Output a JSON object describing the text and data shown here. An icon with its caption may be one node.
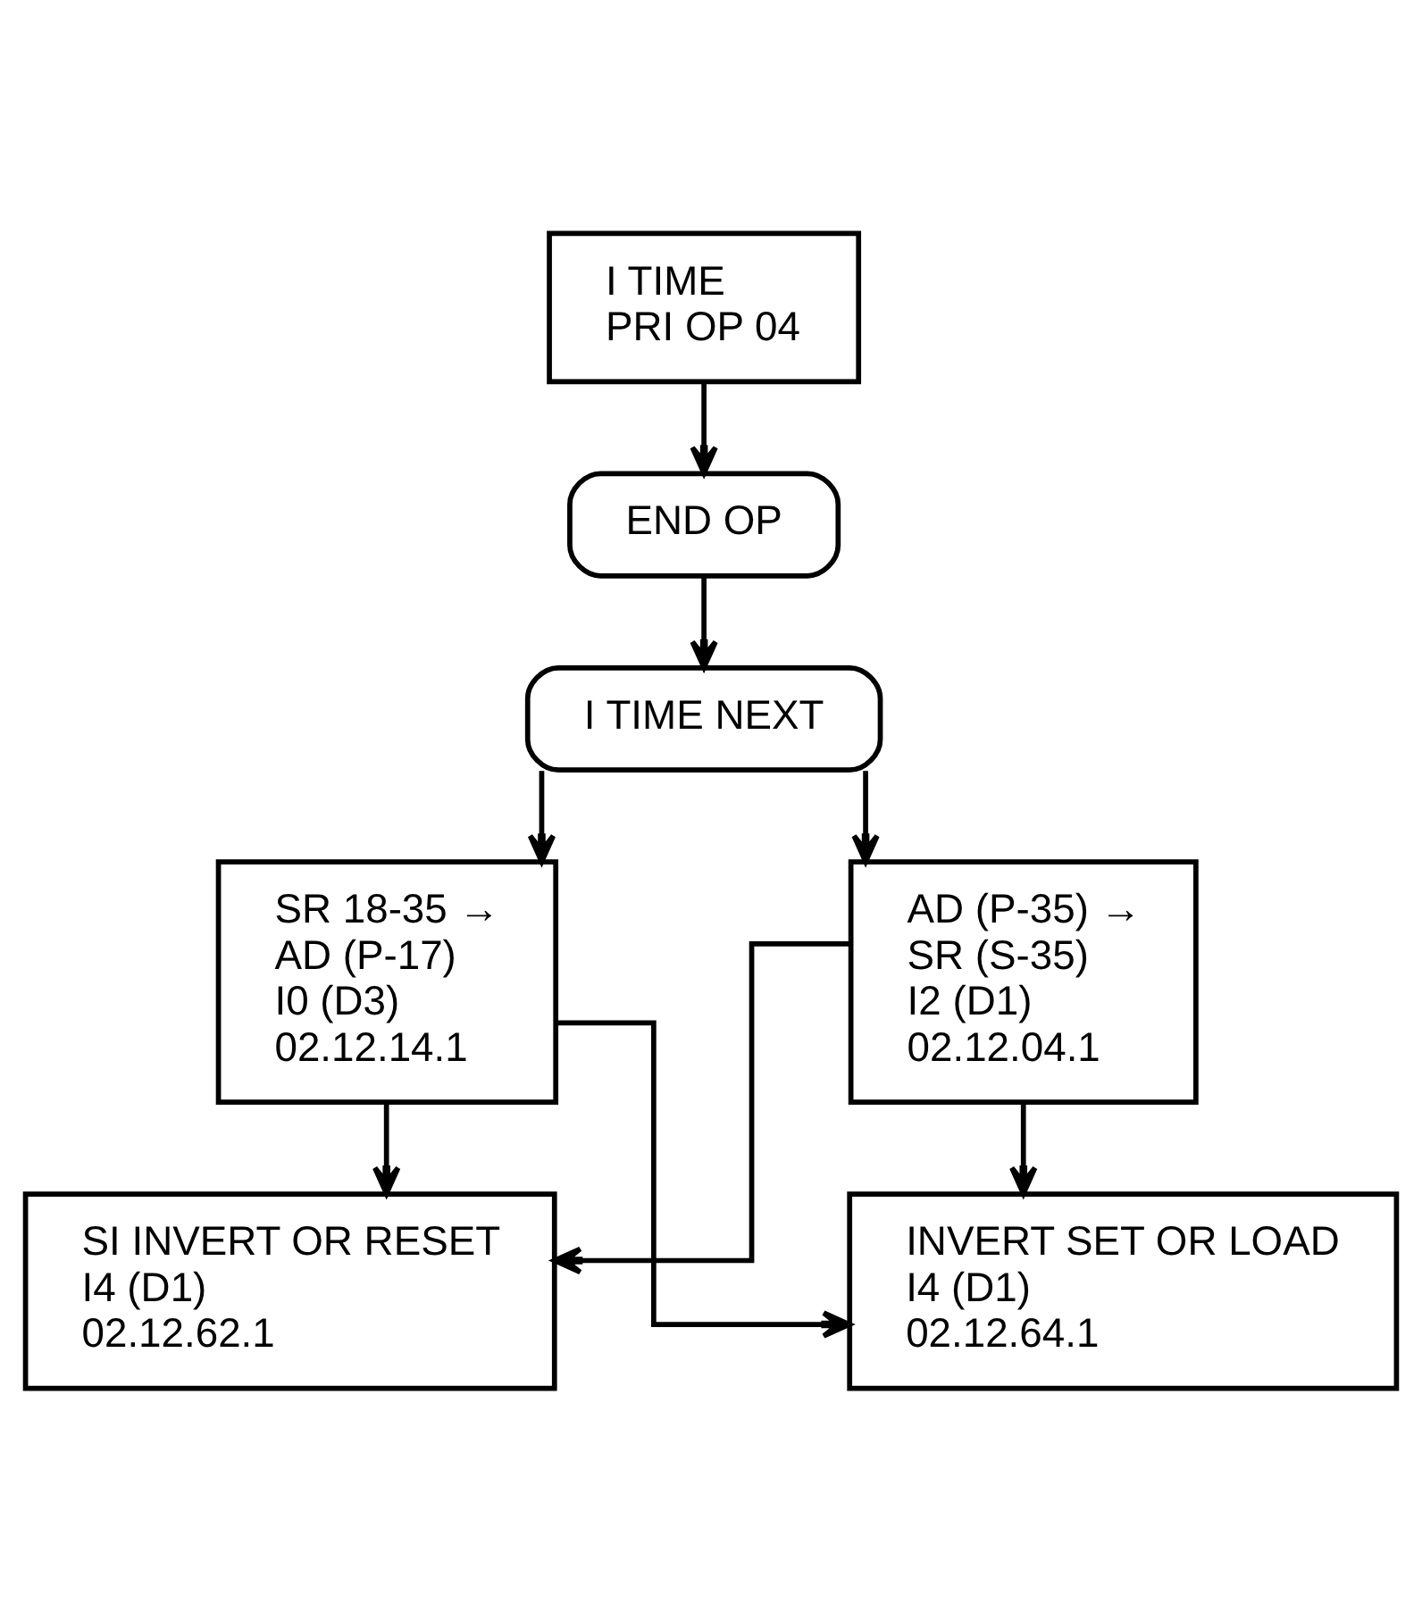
{
  "diagram": {
    "nodes": [
      {
        "text": [
          "I TIME",
          "PRI OP 04"
        ]
      },
      {
        "text": [
          "END OP"
        ]
      },
      {
        "text": [
          "I TIME NEXT"
        ]
      },
      {
        "text": [
          "SR 18-35 →",
          "AD (P-17)",
          "I0 (D3)",
          "02.12.14.1"
        ]
      },
      {
        "text": [
          "AD (P-35) →",
          "SR (S-35)",
          "I2 (D1)",
          "02.12.04.1"
        ]
      },
      {
        "text": [
          "SI INVERT OR RESET",
          "I4 (D1)",
          "02.12.62.1"
        ]
      },
      {
        "text": [
          "INVERT SET OR LOAD",
          "I4 (D1)",
          "02.12.64.1"
        ]
      }
    ],
    "edges": [
      {
        "from": 0,
        "to": 1,
        "arrow": "to"
      },
      {
        "from": 1,
        "to": 2,
        "arrow": "to"
      },
      {
        "from": 2,
        "to": 3,
        "arrow": "to"
      },
      {
        "from": 2,
        "to": 4,
        "arrow": "to"
      },
      {
        "from": 3,
        "to": 5,
        "arrow": "to"
      },
      {
        "from": 3,
        "to": 6,
        "arrow": "to"
      },
      {
        "from": 4,
        "to": 5,
        "arrow": "to"
      },
      {
        "from": 4,
        "to": 6,
        "arrow": "to"
      }
    ]
  }
}
